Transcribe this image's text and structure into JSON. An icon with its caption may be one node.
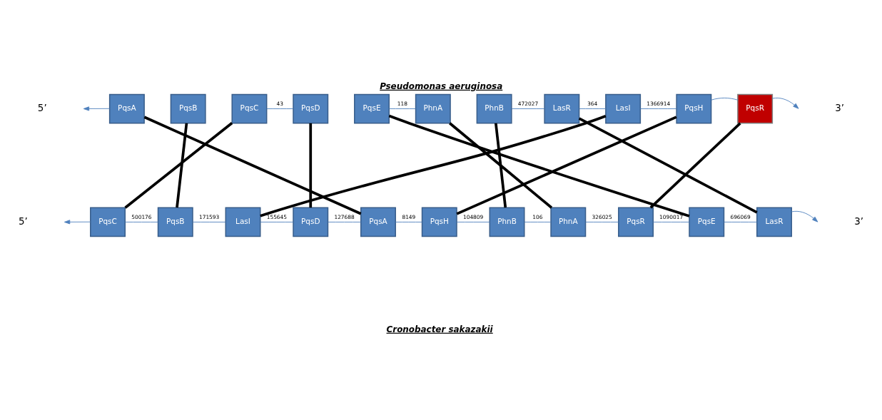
{
  "diagram": {
    "title": "Pseudomonas aeruginosa",
    "caption": "Cronobacter sakazakii",
    "nodes": [
      {
        "text": [
          "PqsA"
        ]
      },
      {
        "text": [
          "PqsB"
        ]
      },
      {
        "text": [
          "PqsC"
        ]
      },
      {
        "text": [
          "PqsD"
        ]
      },
      {
        "text": [
          "PqsE"
        ]
      },
      {
        "text": [
          "PhnA"
        ]
      },
      {
        "text": [
          "PhnB"
        ]
      },
      {
        "text": [
          "LasR"
        ]
      },
      {
        "text": [
          "LasI"
        ]
      },
      {
        "text": [
          "PqsH"
        ]
      },
      {
        "text": [
          "PqsR"
        ]
      },
      {
        "text": [
          "PqsC"
        ]
      },
      {
        "text": [
          "PqsB"
        ]
      },
      {
        "text": [
          "LasI"
        ]
      },
      {
        "text": [
          "PqsD"
        ]
      },
      {
        "text": [
          "PqsA"
        ]
      },
      {
        "text": [
          "PqsH"
        ]
      },
      {
        "text": [
          "PhnB"
        ]
      },
      {
        "text": [
          "PhnA"
        ]
      },
      {
        "text": [
          "PqsR"
        ]
      },
      {
        "text": [
          "PqsE"
        ]
      },
      {
        "text": [
          "LasR"
        ]
      }
    ],
    "edges": [
      {
        "from": 0,
        "to": null,
        "arrow": "to"
      },
      {
        "from": 2,
        "to": 3,
        "arrow": "none",
        "label": "43"
      },
      {
        "from": 4,
        "to": 5,
        "arrow": "none",
        "label": "118"
      },
      {
        "from": 6,
        "to": 7,
        "arrow": "none",
        "label": "472027"
      },
      {
        "from": 7,
        "to": 8,
        "arrow": "none",
        "label": "364"
      },
      {
        "from": 8,
        "to": 9,
        "arrow": "none",
        "label": "1366914"
      },
      {
        "from": 9,
        "to": 10,
        "arrow": "none"
      },
      {
        "from": 10,
        "to": null,
        "arrow": "to"
      },
      {
        "from": 11,
        "to": null,
        "arrow": "to"
      },
      {
        "from": 11,
        "to": 12,
        "arrow": "none",
        "label": "500176"
      },
      {
        "from": 12,
        "to": 13,
        "arrow": "none",
        "label": "171593"
      },
      {
        "from": 13,
        "to": 14,
        "arrow": "none",
        "label": "155645"
      },
      {
        "from": 14,
        "to": 15,
        "arrow": "none",
        "label": "127688"
      },
      {
        "from": 15,
        "to": 16,
        "arrow": "none",
        "label": "8149"
      },
      {
        "from": 16,
        "to": 17,
        "arrow": "none",
        "label": "104809"
      },
      {
        "from": 17,
        "to": 18,
        "arrow": "none",
        "label": "106"
      },
      {
        "from": 18,
        "to": 19,
        "arrow": "none",
        "label": "326025"
      },
      {
        "from": 19,
        "to": 20,
        "arrow": "none",
        "label": "1090017"
      },
      {
        "from": 20,
        "to": 21,
        "arrow": "none",
        "label": "696069"
      },
      {
        "from": 21,
        "to": null,
        "arrow": "to"
      },
      {
        "from": 0,
        "to": 15,
        "arrow": "none",
        "style": "thick",
        "color": "#000000"
      },
      {
        "from": 1,
        "to": 12,
        "arrow": "none",
        "style": "thick",
        "color": "#000000"
      },
      {
        "from": 2,
        "to": 11,
        "arrow": "none",
        "style": "thick",
        "color": "#000000"
      },
      {
        "from": 3,
        "to": 14,
        "arrow": "none",
        "style": "thick",
        "color": "#000000"
      },
      {
        "from": 4,
        "to": 20,
        "arrow": "none",
        "style": "thick",
        "color": "#000000"
      },
      {
        "from": 5,
        "to": 18,
        "arrow": "none",
        "style": "thick",
        "color": "#000000"
      },
      {
        "from": 6,
        "to": 17,
        "arrow": "none",
        "style": "thick",
        "color": "#000000"
      },
      {
        "from": 7,
        "to": 21,
        "arrow": "none",
        "style": "thick",
        "color": "#000000"
      },
      {
        "from": 8,
        "to": 13,
        "arrow": "none",
        "style": "thick",
        "color": "#000000"
      },
      {
        "from": 9,
        "to": 16,
        "arrow": "none",
        "style": "thick",
        "color": "#000000"
      },
      {
        "from": 10,
        "to": 19,
        "arrow": "none",
        "style": "thick",
        "color": "#000000"
      }
    ],
    "labels": [
      "5’",
      "3’",
      "5’",
      "3’"
    ]
  }
}
